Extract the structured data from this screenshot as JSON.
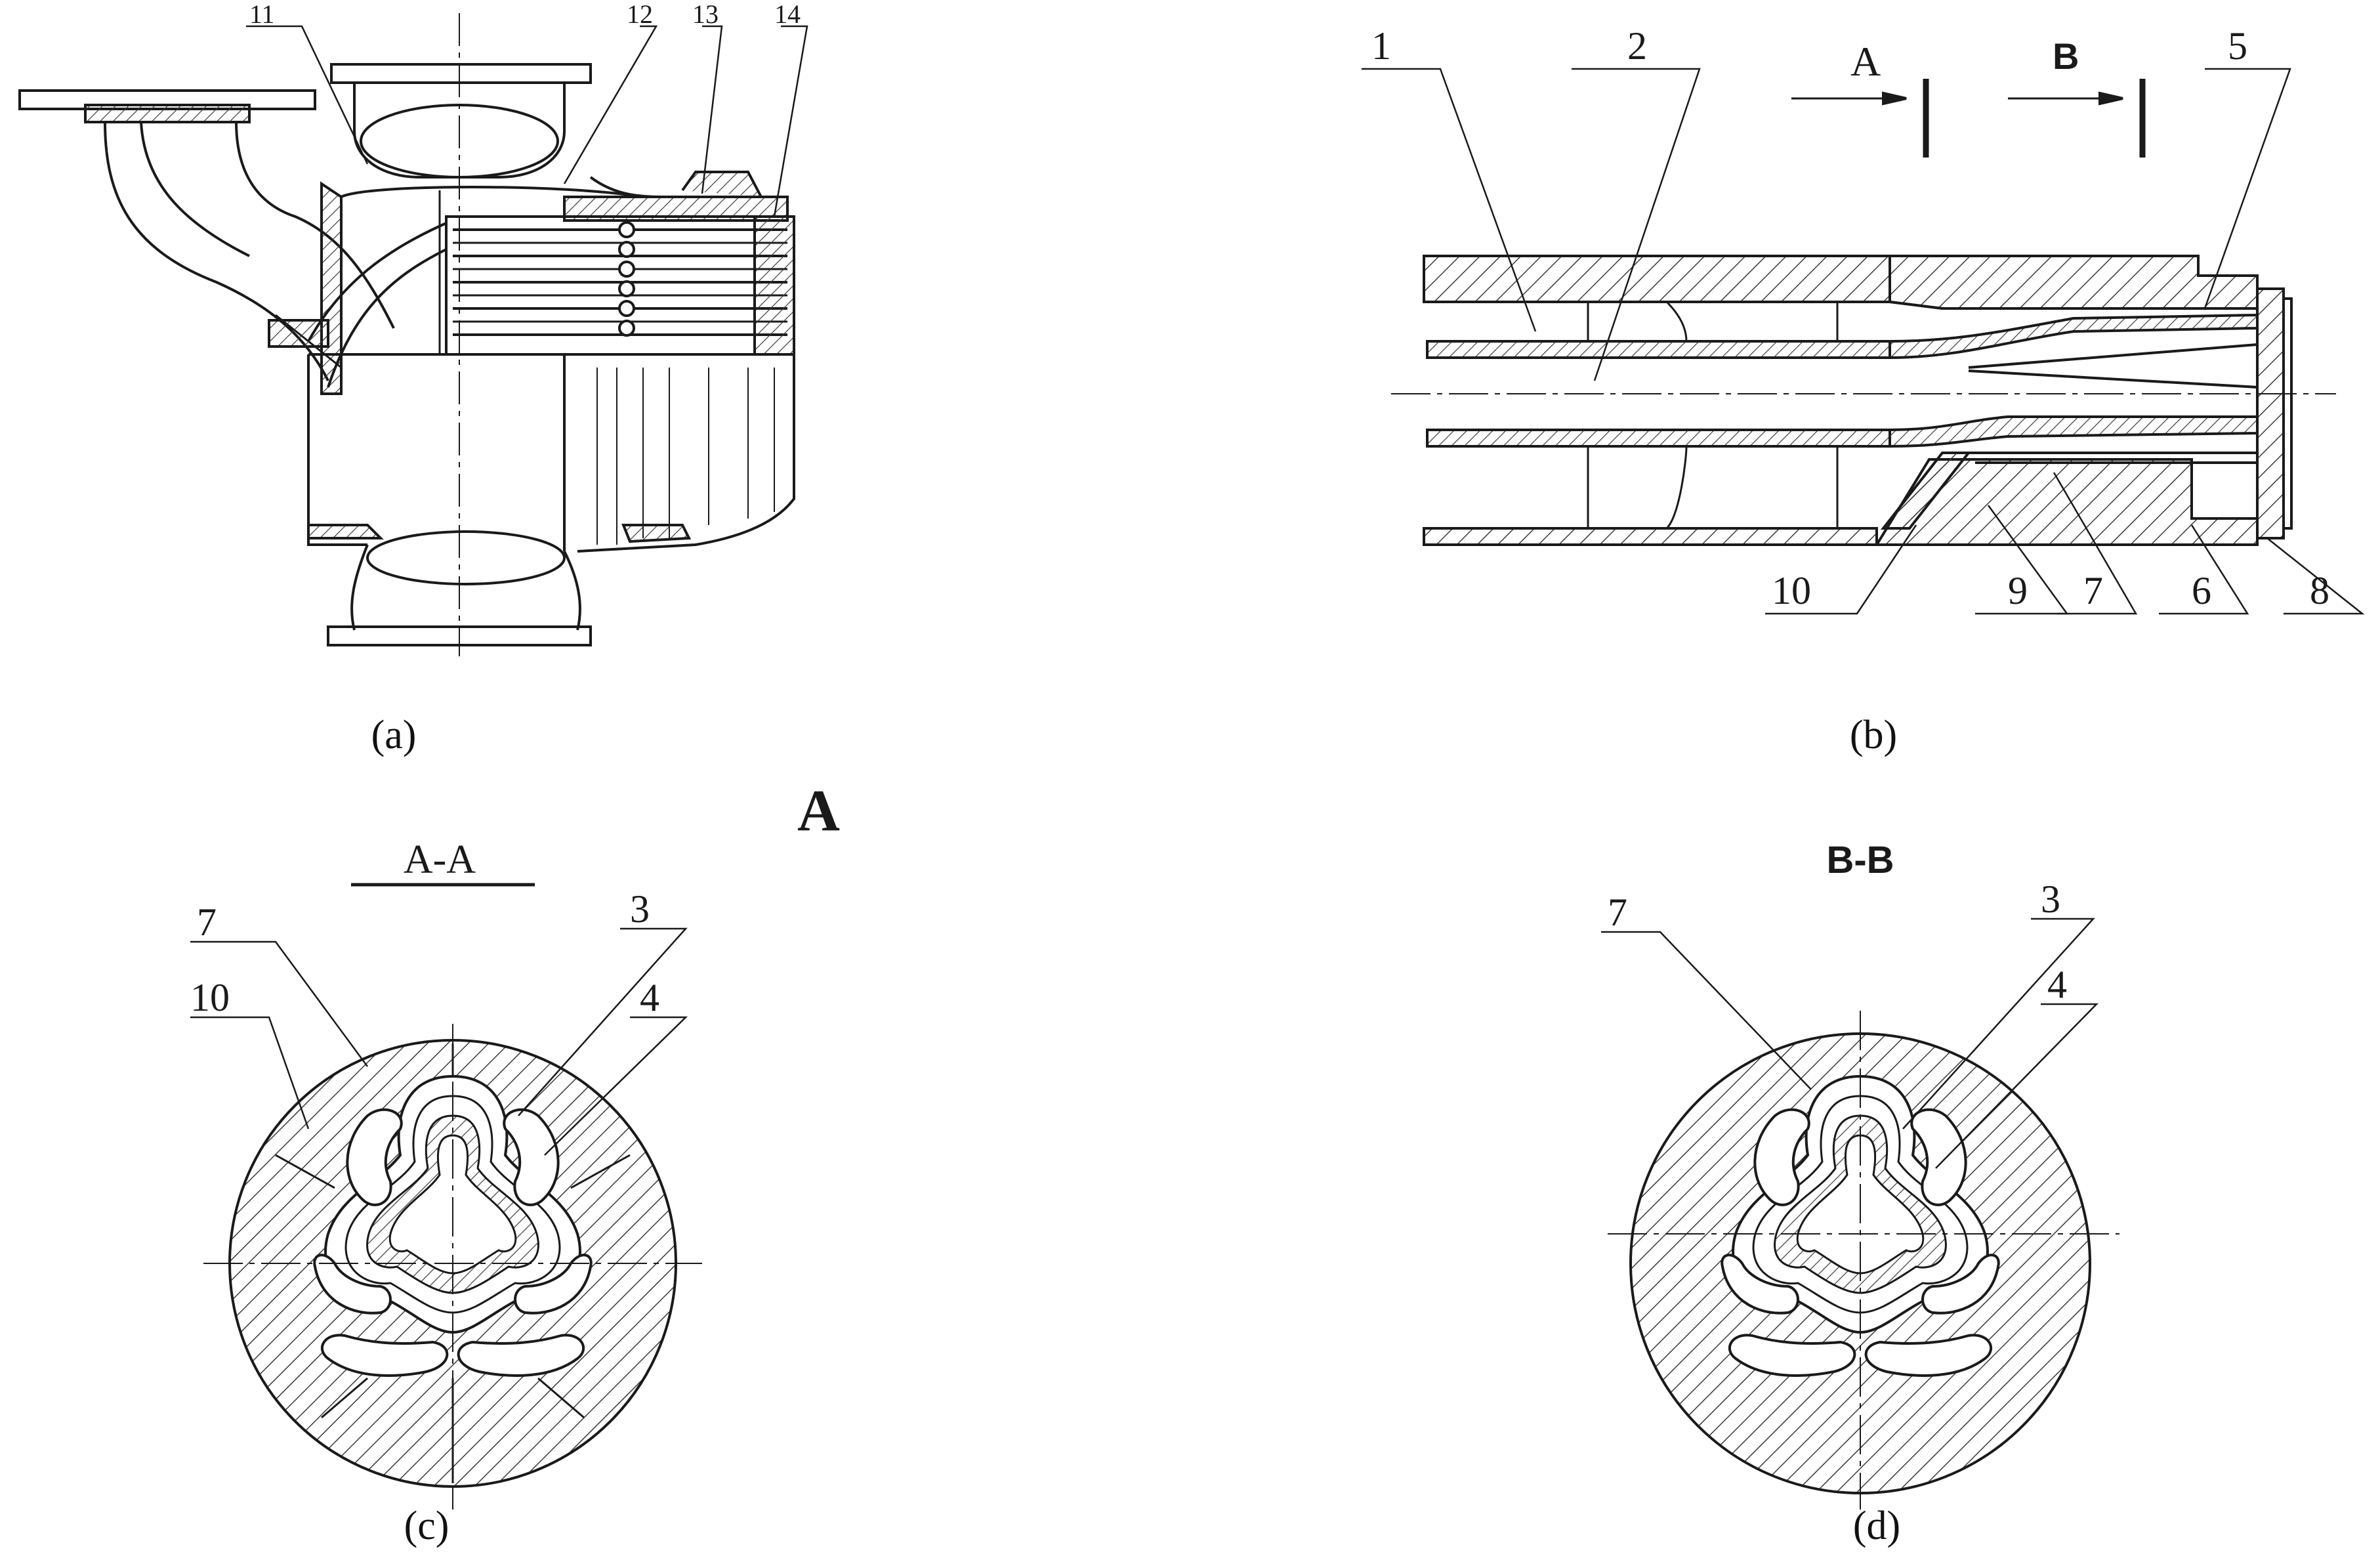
{
  "panel_a": {
    "caption": "(a)",
    "callouts": [
      "11",
      "12",
      "13",
      "14"
    ]
  },
  "panel_b": {
    "caption": "(b)",
    "section_marks": [
      "A",
      "B"
    ],
    "callouts_top": [
      "1",
      "2",
      "5"
    ],
    "callouts_bottom": [
      "10",
      "9",
      "7",
      "6",
      "8"
    ]
  },
  "panel_c": {
    "caption": "(c)",
    "section_title": "A-A",
    "view_letter": "A",
    "callouts": [
      "7",
      "10",
      "3",
      "4"
    ]
  },
  "panel_d": {
    "caption": "(d)",
    "section_title": "B-B",
    "callouts": [
      "7",
      "3",
      "4"
    ]
  },
  "colors": {
    "line": "#1a1a1a",
    "hatch": "#3a3a3a",
    "paper": "#ffffff"
  }
}
